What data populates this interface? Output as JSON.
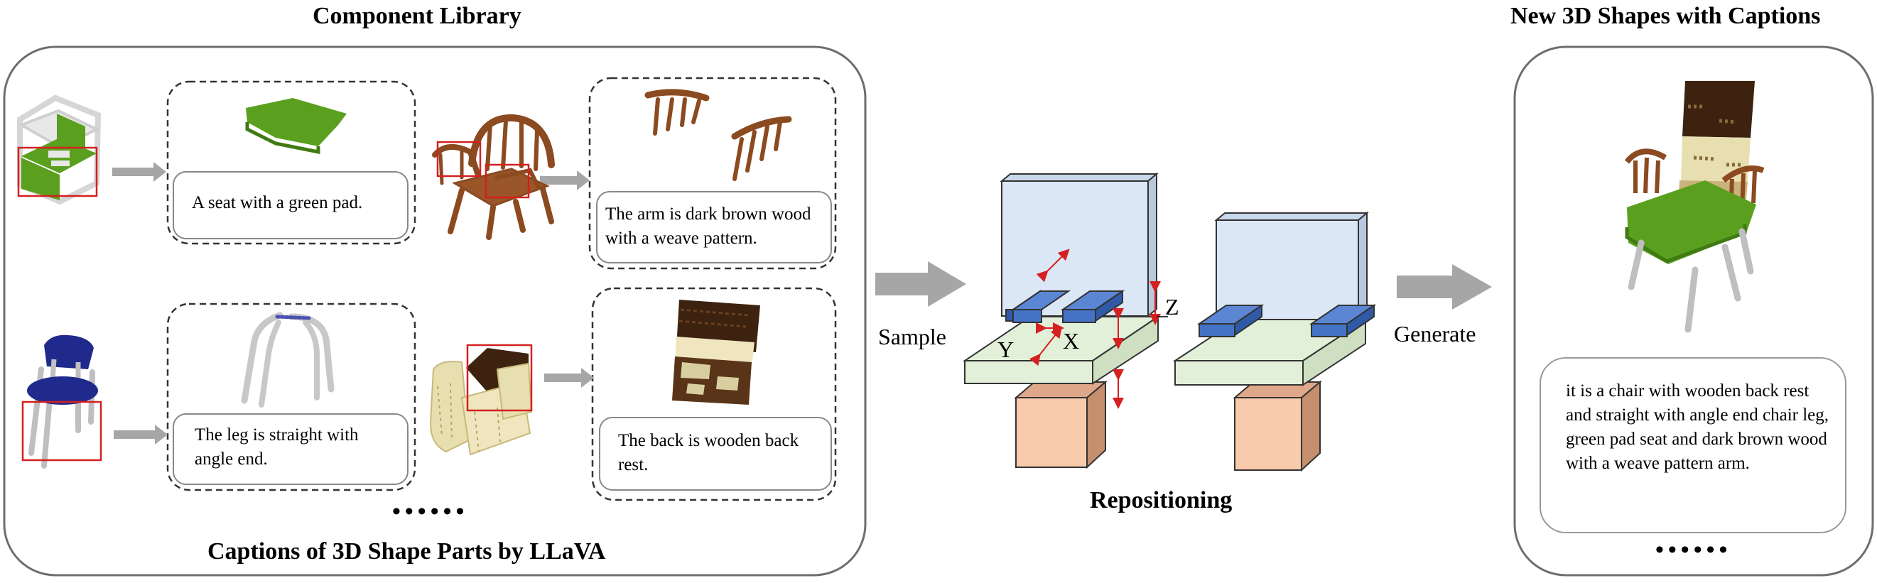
{
  "component_library": {
    "title": "Component Library",
    "footer": "Captions of 3D Shape Parts by LLaVA",
    "ellipsis": "••••••",
    "captions": [
      "A seat with a green pad.",
      "The arm is dark brown wood with a weave pattern.",
      "The leg is straight with angle end.",
      "The back is wooden back rest."
    ]
  },
  "flow": {
    "sample_label": "Sample",
    "generate_label": "Generate",
    "repositioning_label": "Repositioning",
    "axes": {
      "x": "X",
      "y": "Y",
      "z": "Z"
    }
  },
  "output": {
    "title": "New 3D Shapes with Captions",
    "caption": "it is a chair with wooden back rest and straight with angle end chair leg, green pad seat and dark brown wood with a weave pattern arm.",
    "ellipsis": "••••••"
  },
  "colors": {
    "seat_green": "#5aa01e",
    "wood_brown": "#8b4a20",
    "dark_brown": "#3d2210",
    "cream": "#e8dfb0",
    "navy": "#1f2a8c",
    "highlight_red": "#d42020",
    "arrow_gray": "#a6a6a6",
    "panel_back": "#dbe7f5",
    "panel_seat": "#e2f0d9",
    "panel_leg": "#f8cbad",
    "panel_arm": "#4472c4"
  }
}
